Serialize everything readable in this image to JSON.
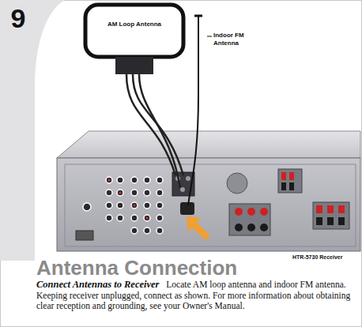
{
  "diagram": {
    "title": "Antenna Connection",
    "nodes": [
      {
        "text": [
          "9"
        ]
      },
      {
        "text": [
          "AM Loop Antenna"
        ]
      }
    ],
    "labels": [
      "Indoor FM Antenna",
      "HTR-5730 Receiver",
      "Connect Antennas to Receiver",
      "Locate AM loop antenna and indoor FM antenna. Keeping receiver unplugged, connect as shown. For more information about obtaining clear reception and grounding, see your Owner's Manual."
    ]
  }
}
